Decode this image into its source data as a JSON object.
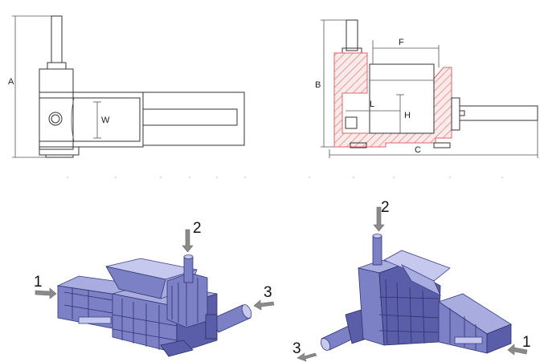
{
  "top_left_drawing": {
    "labels": {
      "a": "A",
      "w": "W"
    }
  },
  "top_right_drawing": {
    "labels": {
      "b": "B",
      "c": "C",
      "f": "F",
      "l": "L",
      "h": "H"
    }
  },
  "bottom_left_model": {
    "callouts": [
      "1",
      "2",
      "3"
    ]
  },
  "bottom_right_model": {
    "callouts": [
      "1",
      "2",
      "3"
    ]
  },
  "colors": {
    "model_body": "#7c80c4",
    "model_top": "#a9acde",
    "hatch": "#e07a7a",
    "arrow": "#8a8a8a"
  }
}
